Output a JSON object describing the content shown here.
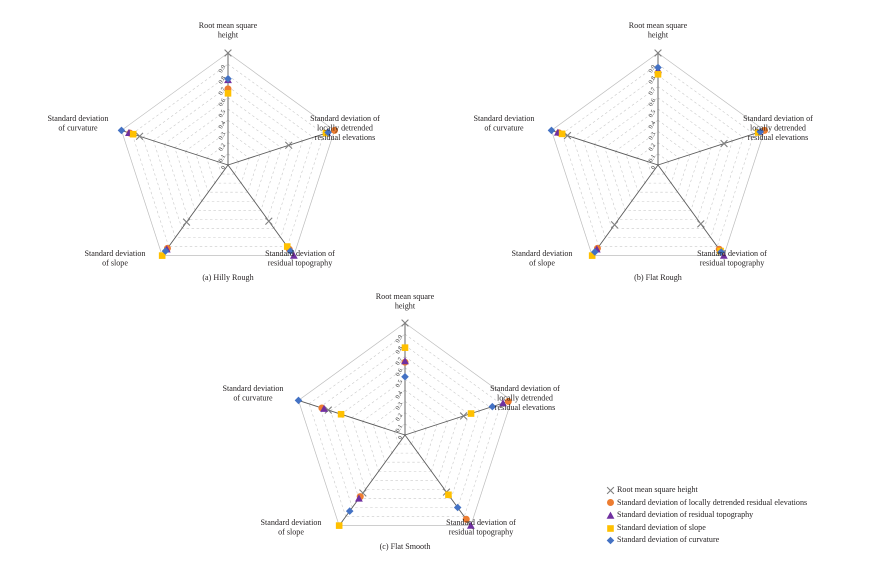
{
  "figure": {
    "background": "#ffffff",
    "axes": [
      "Root mean square height",
      "Standard deviation of locally detrended residual elevations",
      "Standard deviation of residual topography",
      "Standard deviation of slope",
      "Standard deviation of curvature"
    ],
    "axis_labels_wrapped": [
      [
        "Root mean square",
        "height"
      ],
      [
        "Standard deviation of",
        "locally detrended",
        "residual elevations"
      ],
      [
        "Standard deviation of",
        "residual topography"
      ],
      [
        "Standard deviation",
        "of slope"
      ],
      [
        "Standard deviation",
        "of curvature"
      ]
    ],
    "radial_ticks": [
      "0",
      "0.1",
      "0.2",
      "0.3",
      "0.4",
      "0.5",
      "0.6",
      "0.7",
      "0.8",
      "0.9"
    ],
    "radial_min": 0,
    "radial_max": 1.0
  },
  "legend": {
    "position": "bottom-right",
    "items": [
      {
        "label": "Root mean square height",
        "marker": "cross-marker",
        "color": "#808080"
      },
      {
        "label": "Standard deviation of locally detrended residual elevations",
        "marker": "circle-marker",
        "color": "#ed7d31"
      },
      {
        "label": "Standard deviation of residual topography",
        "marker": "triangle-marker",
        "color": "#7030a0"
      },
      {
        "label": "Standard deviation of slope",
        "marker": "square-marker",
        "color": "#ffc000"
      },
      {
        "label": "Standard deviation of curvature",
        "marker": "diamond-marker",
        "color": "#4472c4"
      }
    ]
  },
  "chart_data": [
    {
      "type": "radar",
      "title": "(a) Hilly Rough",
      "categories": [
        "Root mean square height",
        "Standard deviation of locally detrended residual elevations",
        "Standard deviation of residual topography",
        "Standard deviation of slope",
        "Standard deviation of curvature"
      ],
      "rlim": [
        0,
        1.0
      ],
      "grid": true,
      "series": [
        {
          "name": "Root mean square height",
          "marker": "cross-marker",
          "color": "#808080",
          "values": [
            1.0,
            0.57,
            0.62,
            0.63,
            0.83
          ]
        },
        {
          "name": "Standard deviation of locally detrended residual elevations",
          "marker": "circle-marker",
          "color": "#ed7d31",
          "values": [
            0.68,
            1.0,
            0.93,
            0.92,
            0.92
          ]
        },
        {
          "name": "Standard deviation of residual topography",
          "marker": "triangle-marker",
          "color": "#7030a0",
          "values": [
            0.76,
            0.93,
            1.0,
            0.93,
            0.93
          ]
        },
        {
          "name": "Standard deviation of slope",
          "marker": "square-marker",
          "color": "#ffc000",
          "values": [
            0.64,
            0.92,
            0.9,
            1.0,
            0.89
          ]
        },
        {
          "name": "Standard deviation of curvature",
          "marker": "diamond-marker",
          "color": "#4472c4",
          "values": [
            0.77,
            0.94,
            0.95,
            0.95,
            1.0
          ]
        }
      ]
    },
    {
      "type": "radar",
      "title": "(b) Flat Rough",
      "categories": [
        "Root mean square height",
        "Standard deviation of locally detrended residual elevations",
        "Standard deviation of residual topography",
        "Standard deviation of slope",
        "Standard deviation of curvature"
      ],
      "rlim": [
        0,
        1.0
      ],
      "grid": true,
      "series": [
        {
          "name": "Root mean square height",
          "marker": "cross-marker",
          "color": "#808080",
          "values": [
            1.0,
            0.62,
            0.65,
            0.66,
            0.85
          ]
        },
        {
          "name": "Standard deviation of locally detrended residual elevations",
          "marker": "circle-marker",
          "color": "#ed7d31",
          "values": [
            0.82,
            1.0,
            0.93,
            0.92,
            0.93
          ]
        },
        {
          "name": "Standard deviation of residual topography",
          "marker": "triangle-marker",
          "color": "#7030a0",
          "values": [
            0.85,
            0.95,
            1.0,
            0.93,
            0.94
          ]
        },
        {
          "name": "Standard deviation of slope",
          "marker": "square-marker",
          "color": "#ffc000",
          "values": [
            0.81,
            0.94,
            0.95,
            1.0,
            0.9
          ]
        },
        {
          "name": "Standard deviation of curvature",
          "marker": "diamond-marker",
          "color": "#4472c4",
          "values": [
            0.87,
            0.96,
            0.96,
            0.96,
            1.0
          ]
        }
      ]
    },
    {
      "type": "radar",
      "title": "(c) Flat Smooth",
      "categories": [
        "Root mean square height",
        "Standard deviation of locally detrended residual elevations",
        "Standard deviation of residual topography",
        "Standard deviation of slope",
        "Standard deviation of curvature"
      ],
      "rlim": [
        0,
        1.0
      ],
      "grid": true,
      "series": [
        {
          "name": "Root mean square height",
          "marker": "cross-marker",
          "color": "#808080",
          "values": [
            1.0,
            0.55,
            0.63,
            0.64,
            0.72
          ]
        },
        {
          "name": "Standard deviation of locally detrended residual elevations",
          "marker": "circle-marker",
          "color": "#ed7d31",
          "values": [
            0.65,
            0.97,
            0.93,
            0.68,
            0.78
          ]
        },
        {
          "name": "Standard deviation of residual topography",
          "marker": "triangle-marker",
          "color": "#7030a0",
          "values": [
            0.66,
            0.92,
            1.0,
            0.7,
            0.76
          ]
        },
        {
          "name": "Standard deviation of slope",
          "marker": "square-marker",
          "color": "#ffc000",
          "values": [
            0.78,
            0.62,
            0.66,
            1.0,
            0.6
          ]
        },
        {
          "name": "Standard deviation of curvature",
          "marker": "diamond-marker",
          "color": "#4472c4",
          "values": [
            0.52,
            0.82,
            0.8,
            0.84,
            1.0
          ]
        }
      ]
    }
  ]
}
